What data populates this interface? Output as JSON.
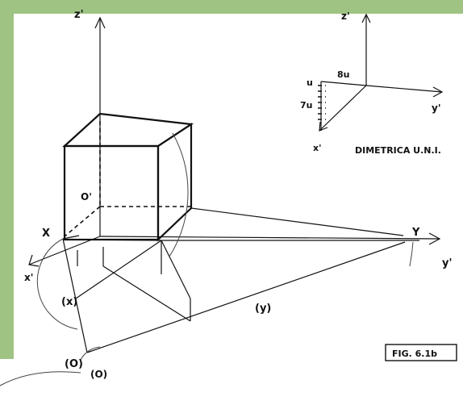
{
  "colors": {
    "border_green": "#9fc383",
    "paper": "#ffffff",
    "ink": "#111111"
  },
  "labels": {
    "z_axis_main": "z'",
    "z_axis_small": "z'",
    "y_axis_main": "y'",
    "y_axis_small": "y'",
    "x_axis_main": "x'",
    "x_axis_small": "x'",
    "origin_top": "O'",
    "point_x": "X",
    "point_y": "Y",
    "paren_x": "(x)",
    "paren_y": "(y)",
    "paren_o": "(O)",
    "paren_o_bottom": "(O)",
    "scale_8u": "8u",
    "scale_u": "u",
    "scale_7u": "7u",
    "method_title": "DIMETRICA U.N.I.",
    "figure_caption": "FIG. 6.1b"
  }
}
